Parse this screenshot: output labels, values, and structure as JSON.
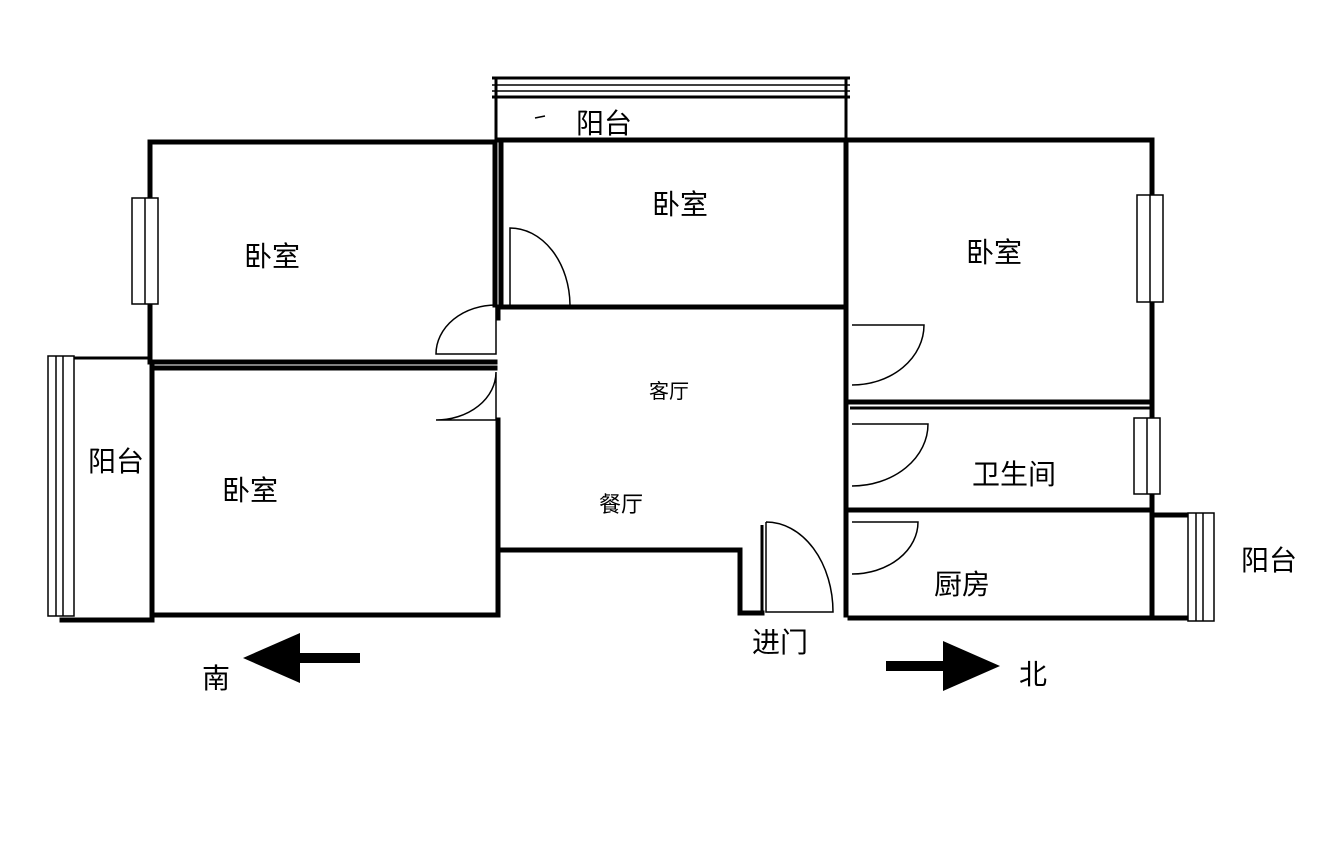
{
  "rooms": {
    "bedroom_top_left": "卧室",
    "bedroom_top_center": "卧室",
    "bedroom_top_right": "卧室",
    "bedroom_bottom_left": "卧室",
    "living_room": "客厅",
    "dining_room": "餐厅",
    "bathroom": "卫生间",
    "kitchen": "厨房",
    "balcony_top": "阳台",
    "balcony_left": "阳台",
    "balcony_right": "阳台"
  },
  "entrance": "进门",
  "compass": {
    "south": "南",
    "north": "北"
  }
}
